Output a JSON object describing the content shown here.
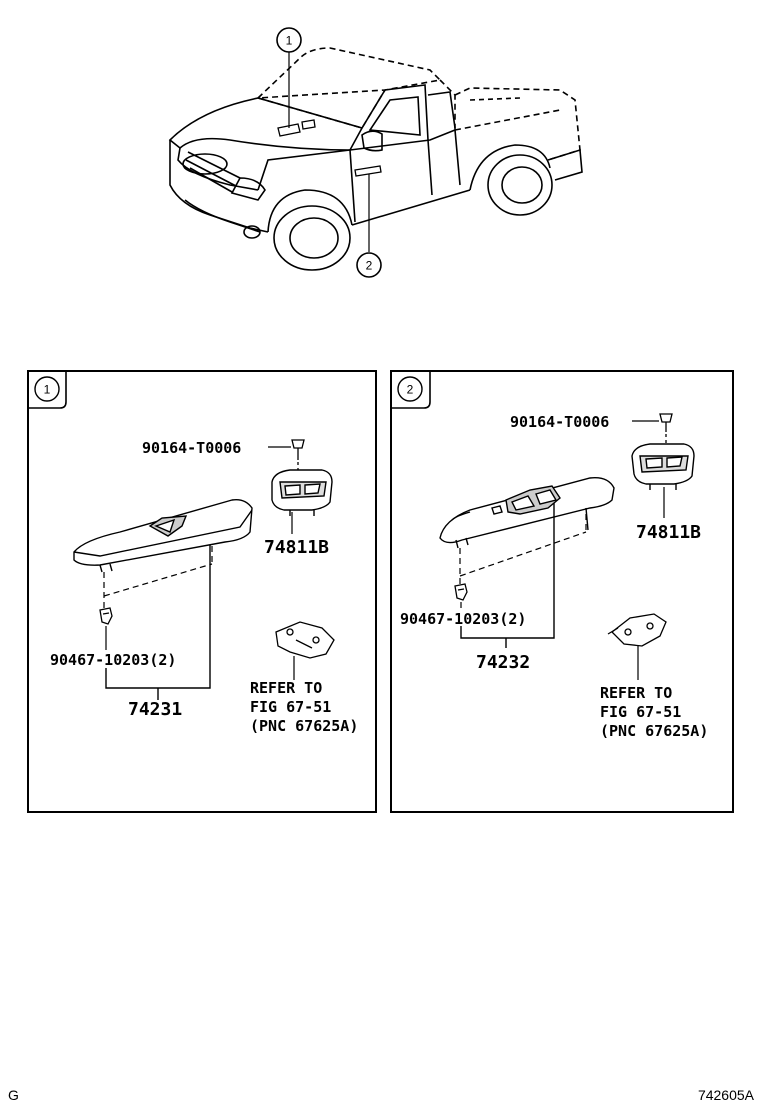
{
  "callouts": [
    "1",
    "2"
  ],
  "panel1": {
    "callout": "1",
    "screw_part": "90164-T0006",
    "bezel_part": "74811B",
    "clip_part": "90467-10203(2)",
    "assembly_part": "74231",
    "refer_line1": "REFER TO",
    "refer_line2": "FIG 67-51",
    "refer_line3": "(PNC 67625A)"
  },
  "panel2": {
    "callout": "2",
    "screw_part": "90164-T0006",
    "bezel_part": "74811B",
    "clip_part": "90467-10203(2)",
    "assembly_part": "74232",
    "refer_line1": "REFER TO",
    "refer_line2": "FIG 67-51",
    "refer_line3": "(PNC 67625A)"
  },
  "footer": {
    "left_code": "G",
    "right_code": "742605A"
  }
}
